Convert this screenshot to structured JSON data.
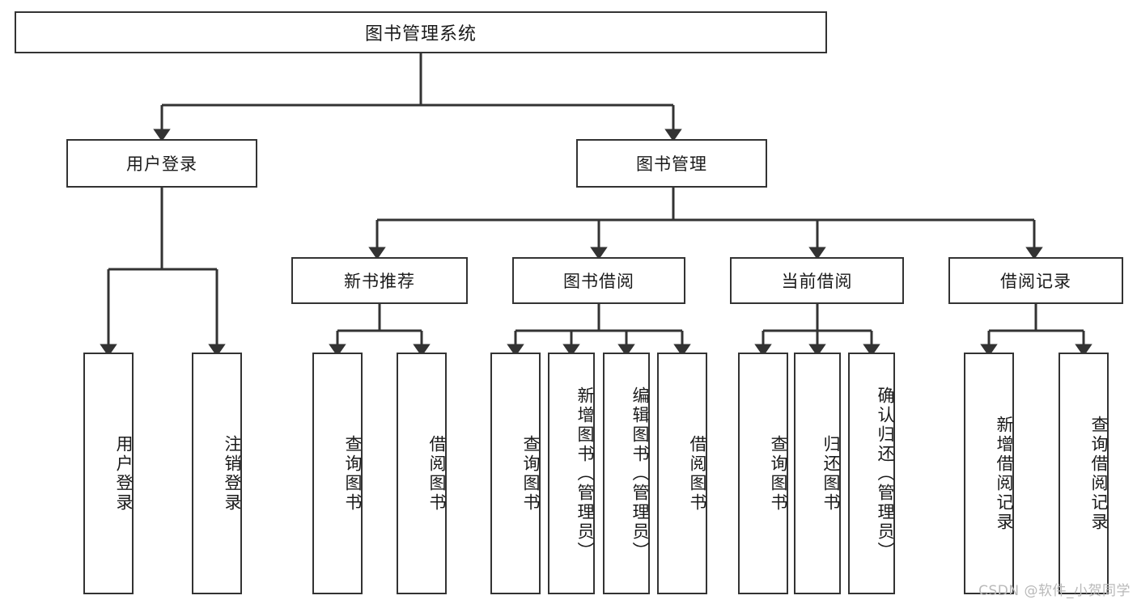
{
  "diagram": {
    "title": "图书管理系统",
    "type": "tree",
    "watermark": "CSDN @软件_小贺同学",
    "colors": {
      "stroke": "#333333",
      "fill": "#ffffff",
      "text": "#1a1a1a",
      "watermark": "#b9b9b9"
    },
    "root": {
      "label": "图书管理系统"
    },
    "level2": [
      {
        "label": "用户登录"
      },
      {
        "label": "图书管理"
      }
    ],
    "level3": [
      {
        "label": "新书推荐"
      },
      {
        "label": "图书借阅"
      },
      {
        "label": "当前借阅"
      },
      {
        "label": "借阅记录"
      }
    ],
    "leaves": [
      {
        "label": "用户登录",
        "parent": "用户登录"
      },
      {
        "label": "注销登录",
        "parent": "用户登录"
      },
      {
        "label": "查询图书",
        "parent": "新书推荐"
      },
      {
        "label": "借阅图书",
        "parent": "新书推荐"
      },
      {
        "label": "查询图书",
        "parent": "图书借阅"
      },
      {
        "label": "新增图书（管理员）",
        "parent": "图书借阅"
      },
      {
        "label": "编辑图书（管理员）",
        "parent": "图书借阅"
      },
      {
        "label": "借阅图书",
        "parent": "图书借阅"
      },
      {
        "label": "查询图书",
        "parent": "当前借阅"
      },
      {
        "label": "归还图书",
        "parent": "当前借阅"
      },
      {
        "label": "确认归还（管理员）",
        "parent": "当前借阅"
      },
      {
        "label": "新增借阅记录",
        "parent": "借阅记录"
      },
      {
        "label": "查询借阅记录",
        "parent": "借阅记录"
      }
    ]
  }
}
